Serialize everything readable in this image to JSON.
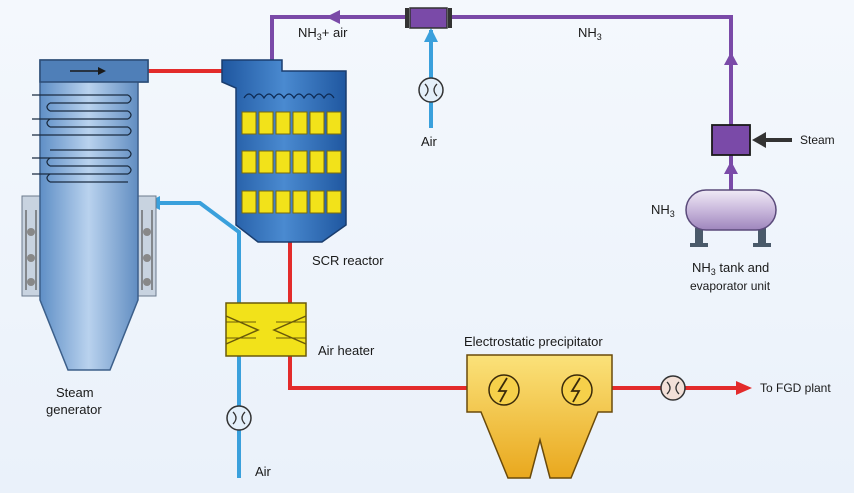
{
  "labels": {
    "nh3_air": "NH",
    "nh3_air_sub": "3",
    "nh3_air_rest": "+ air",
    "nh3_top": "NH",
    "nh3_top_sub": "3",
    "air_top": "Air",
    "steam": "Steam",
    "nh3_tank_label": "NH",
    "nh3_tank_label_sub": "3",
    "tank_line1": "NH",
    "tank_line1_sub": "3",
    "tank_line1_rest": " tank and",
    "tank_line2": "evaporator unit",
    "scr_reactor": "SCR reactor",
    "air_heater": "Air heater",
    "esp": "Electrostatic precipitator",
    "to_fgd": "To FGD plant",
    "steam_gen_line1": "Steam",
    "steam_gen_line2": "generator",
    "air_bottom": "Air"
  },
  "colors": {
    "flue_gas": "#e32b2b",
    "air": "#3aa0dc",
    "ammonia": "#7a4aa8",
    "catalyst": "#f2e21a",
    "reactor_body": "#2f6fba",
    "boiler": "#8fb3dc",
    "esp": "#f3c43a"
  }
}
